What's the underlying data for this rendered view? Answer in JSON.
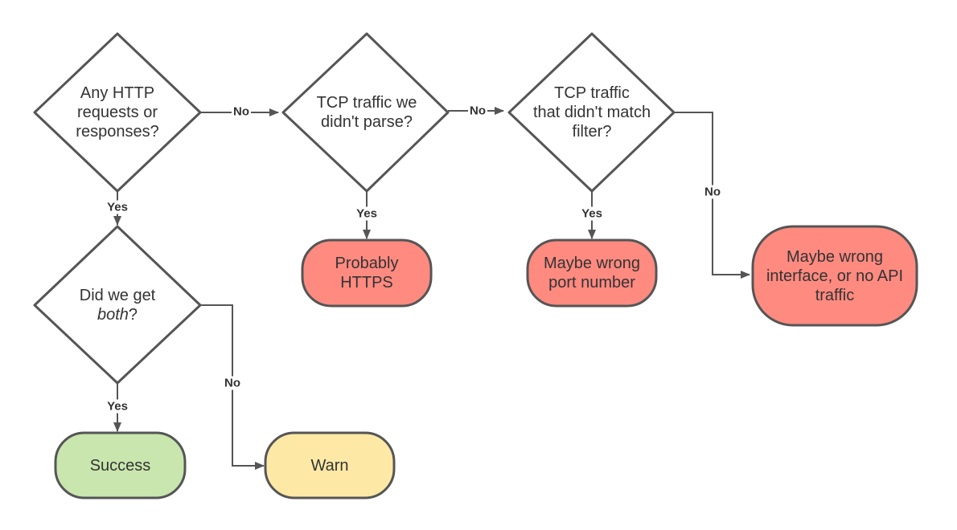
{
  "nodes": {
    "d1": {
      "lines": [
        "Any HTTP",
        "requests or",
        "responses?"
      ]
    },
    "d2": {
      "lines": [
        "TCP traffic we",
        "didn't parse?"
      ]
    },
    "d3": {
      "lines": [
        "TCP traffic",
        "that didn't match",
        "filter?"
      ]
    },
    "d4": {
      "line1": "Did we get",
      "line2_italic": "both",
      "line2_rest": "?"
    },
    "t_https": {
      "lines": [
        "Probably",
        "HTTPS"
      ]
    },
    "t_port": {
      "lines": [
        "Maybe wrong",
        "port number"
      ]
    },
    "t_iface": {
      "lines": [
        "Maybe wrong",
        "interface, or no API",
        "traffic"
      ]
    },
    "t_success": {
      "lines": [
        "Success"
      ]
    },
    "t_warn": {
      "lines": [
        "Warn"
      ]
    }
  },
  "edges": {
    "d1_d2": "No",
    "d2_d3": "No",
    "d3_iface": "No",
    "d1_d4": "Yes",
    "d2_https": "Yes",
    "d3_port": "Yes",
    "d4_success": "Yes",
    "d4_warn": "No"
  },
  "colors": {
    "stroke": "#555555",
    "red_fill": "#ff8a80",
    "green_fill": "#c8e6ad",
    "yellow_fill": "#fde9a5",
    "text": "#333333"
  }
}
